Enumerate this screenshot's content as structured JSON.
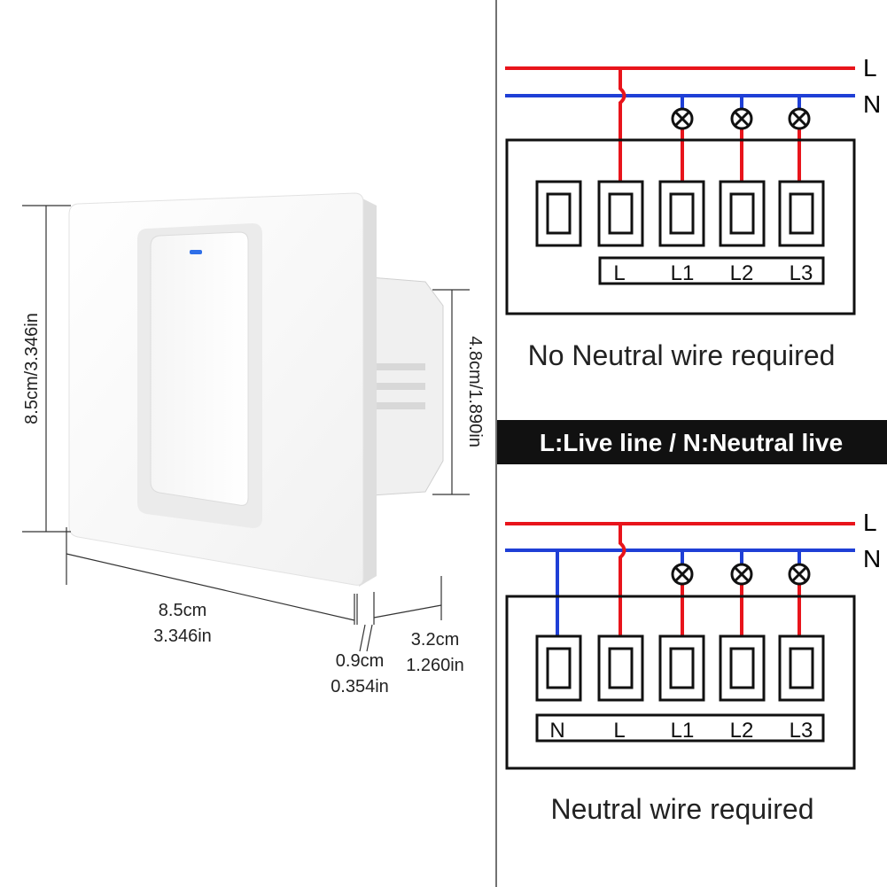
{
  "product": {
    "height_label": "8.5cm/3.346in",
    "back_depth_label": "4.8cm/1.890in",
    "width_label_cm": "8.5cm",
    "width_label_in": "3.346in",
    "plate_thickness_cm": "0.9cm",
    "plate_thickness_in": "0.354in",
    "box_depth_cm": "3.2cm",
    "box_depth_in": "1.260in"
  },
  "banner": {
    "text": "L:Live line / N:Neutral live"
  },
  "diagram_top": {
    "live_label": "L",
    "neutral_label": "N",
    "terminals": [
      "",
      "L",
      "L1",
      "L2",
      "L3"
    ],
    "caption": "No Neutral wire required"
  },
  "diagram_bottom": {
    "live_label": "L",
    "neutral_label": "N",
    "terminals": [
      "N",
      "L",
      "L1",
      "L2",
      "L3"
    ],
    "caption": "Neutral wire required"
  },
  "colors": {
    "live_wire": "#e8141b",
    "neutral_wire": "#1f3fd6",
    "banner_bg": "#111111",
    "indicator_led": "#2f6fe8"
  }
}
